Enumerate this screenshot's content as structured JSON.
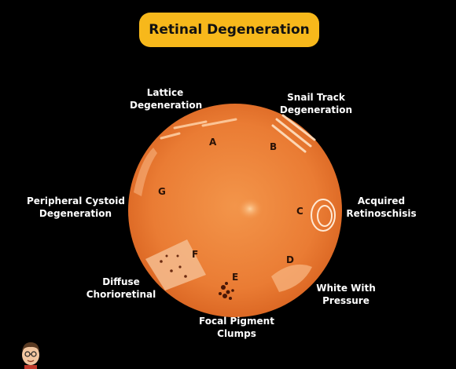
{
  "title": "Retinal Degeneration",
  "labels": {
    "lattice": [
      "Lattice",
      "Degeneration"
    ],
    "snail": [
      "Snail Track",
      "Degeneration"
    ],
    "acquired": [
      "Acquired",
      "Retinoschisis"
    ],
    "white": [
      "White With",
      "Pressure"
    ],
    "focal": [
      "Focal Pigment",
      "Clumps"
    ],
    "diffuse": [
      "Diffuse",
      "Chorioretinal"
    ],
    "peripheral": [
      "Peripheral Cystoid",
      "Degeneration"
    ]
  },
  "letters": {
    "a": "A",
    "b": "B",
    "c": "C",
    "d": "D",
    "e": "E",
    "f": "F",
    "g": "G"
  },
  "colors": {
    "background": "#000000",
    "title_pill": "#f7b81b",
    "fundus_center": "#f08a3e",
    "fundus_edge": "#dc6a26",
    "label_text": "#ffffff"
  },
  "icons": {
    "avatar": "presenter-avatar-icon"
  }
}
